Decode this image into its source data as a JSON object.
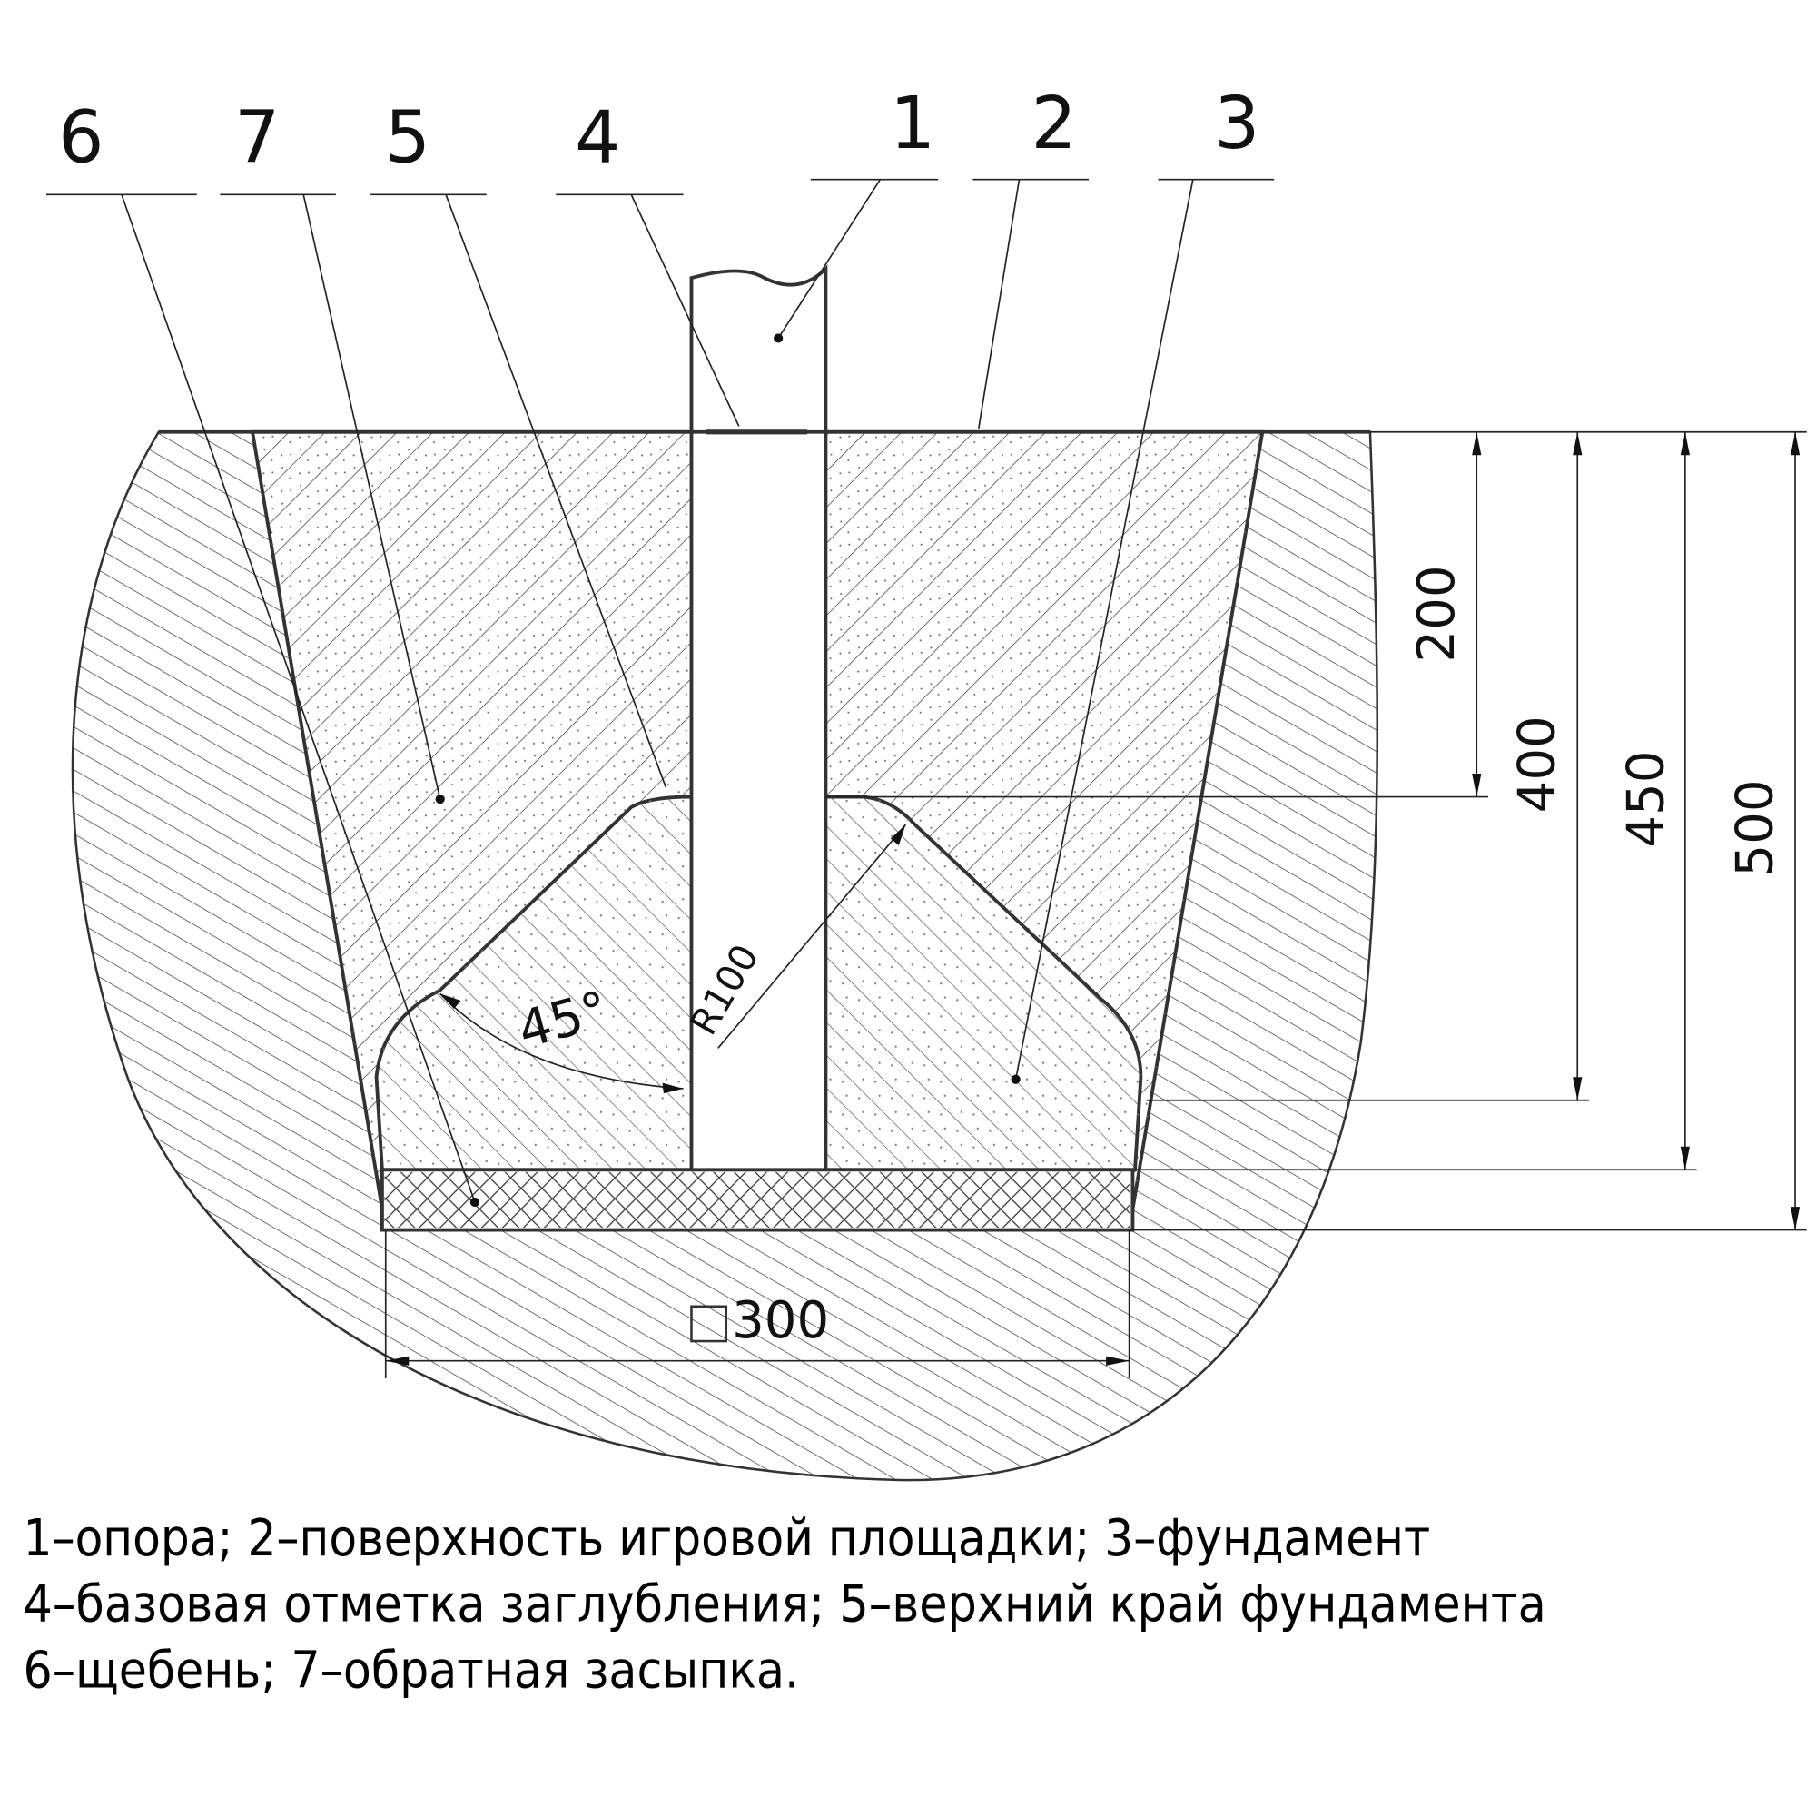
{
  "callouts": {
    "c6": "6",
    "c7": "7",
    "c5": "5",
    "c4": "4",
    "c1": "1",
    "c2": "2",
    "c3": "3"
  },
  "dimensions": {
    "d200": "200",
    "d400": "400",
    "d450": "450",
    "d500": "500",
    "width": "300",
    "angle": "45°",
    "radius": "R100"
  },
  "legend": [
    "1–опора; 2–поверхность игровой площадки; 3–фундамент",
    "4–базовая отметка заглубления; 5–верхний край фундамента",
    "6–щебень; 7–обратная засыпка."
  ]
}
